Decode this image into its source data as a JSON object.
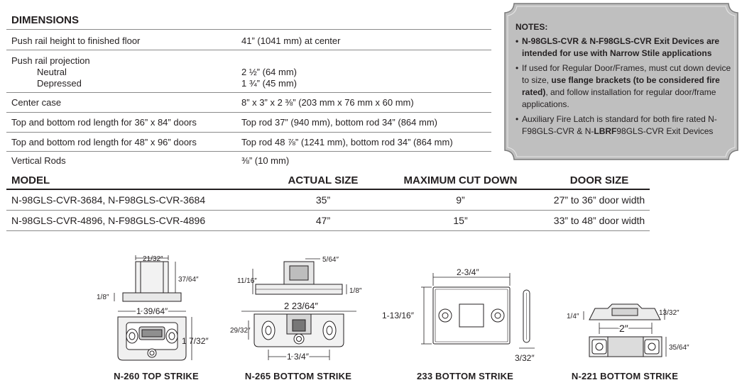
{
  "dimensions": {
    "title": "DIMENSIONS",
    "rows": [
      {
        "label": "Push rail height to finished floor",
        "value": "41” (1041 mm) at center"
      },
      {
        "label": "Push rail projection",
        "sub": [
          {
            "label": "Neutral",
            "value": "2 ½” (64 mm)"
          },
          {
            "label": "Depressed",
            "value": "1 ¾” (45 mm)"
          }
        ]
      },
      {
        "label": "Center case",
        "value": "8” x 3” x 2 ⅜” (203 mm x 76 mm x 60 mm)"
      },
      {
        "label": "Top and bottom rod length for 36” x 84” doors",
        "value": "Top rod 37” (940 mm), bottom rod 34” (864 mm)"
      },
      {
        "label": "Top and bottom rod length for 48” x 96” doors",
        "value": "Top rod 48 ⅞” (1241 mm), bottom rod 34” (864 mm)"
      },
      {
        "label": "Vertical Rods",
        "value": "⅜” (10 mm)"
      }
    ]
  },
  "notes": {
    "title": "NOTES:",
    "item1": "N-98GLS-CVR & N-F98GLS-CVR Exit Devices are intended for use with Narrow Stile applications",
    "item2_a": "If used for Regular Door/Frames, must cut down device to size, ",
    "item2_b": "use flange brackets (to be considered fire rated)",
    "item2_c": ", and follow installation for regular door/frame applications.",
    "item3_a": "Auxiliary Fire Latch is standard for both fire rated N-F98GLS-CVR & N-",
    "item3_b": "LBRF",
    "item3_c": "98GLS-CVR Exit Devices"
  },
  "models": {
    "headers": [
      "MODEL",
      "ACTUAL SIZE",
      "MAXIMUM CUT DOWN",
      "DOOR SIZE"
    ],
    "rows": [
      {
        "model": "N-98GLS-CVR-3684, N-F98GLS-CVR-3684",
        "actual": "35”",
        "cut": "9”",
        "door": "27” to 36” door width"
      },
      {
        "model": "N-98GLS-CVR-4896, N-F98GLS-CVR-4896",
        "actual": "47”",
        "cut": "15”",
        "door": "33” to 48”  door width"
      }
    ]
  },
  "strikes": {
    "n260": {
      "caption": "N-260 TOP STRIKE",
      "d1": "21/32″",
      "d2": "37/64″",
      "d3": "1/8″",
      "d4": "1 39/64″",
      "d5": "1 7/32″"
    },
    "n265": {
      "caption": "N-265 BOTTOM STRIKE",
      "d1": "5/64″",
      "d2": "11/16″",
      "d3": "1/8″",
      "d4": "2 23/64″",
      "d5": "29/32″",
      "d6": "1 3/4″"
    },
    "s233": {
      "caption": "233 BOTTOM STRIKE",
      "d1": "2-3/4″",
      "d2": "1-13/16″",
      "d3": "3/32″"
    },
    "n221": {
      "caption": "N-221 BOTTOM STRIKE",
      "d1": "1/4″",
      "d2": "13/32″",
      "d3": "2″",
      "d4": "35/64″"
    }
  }
}
